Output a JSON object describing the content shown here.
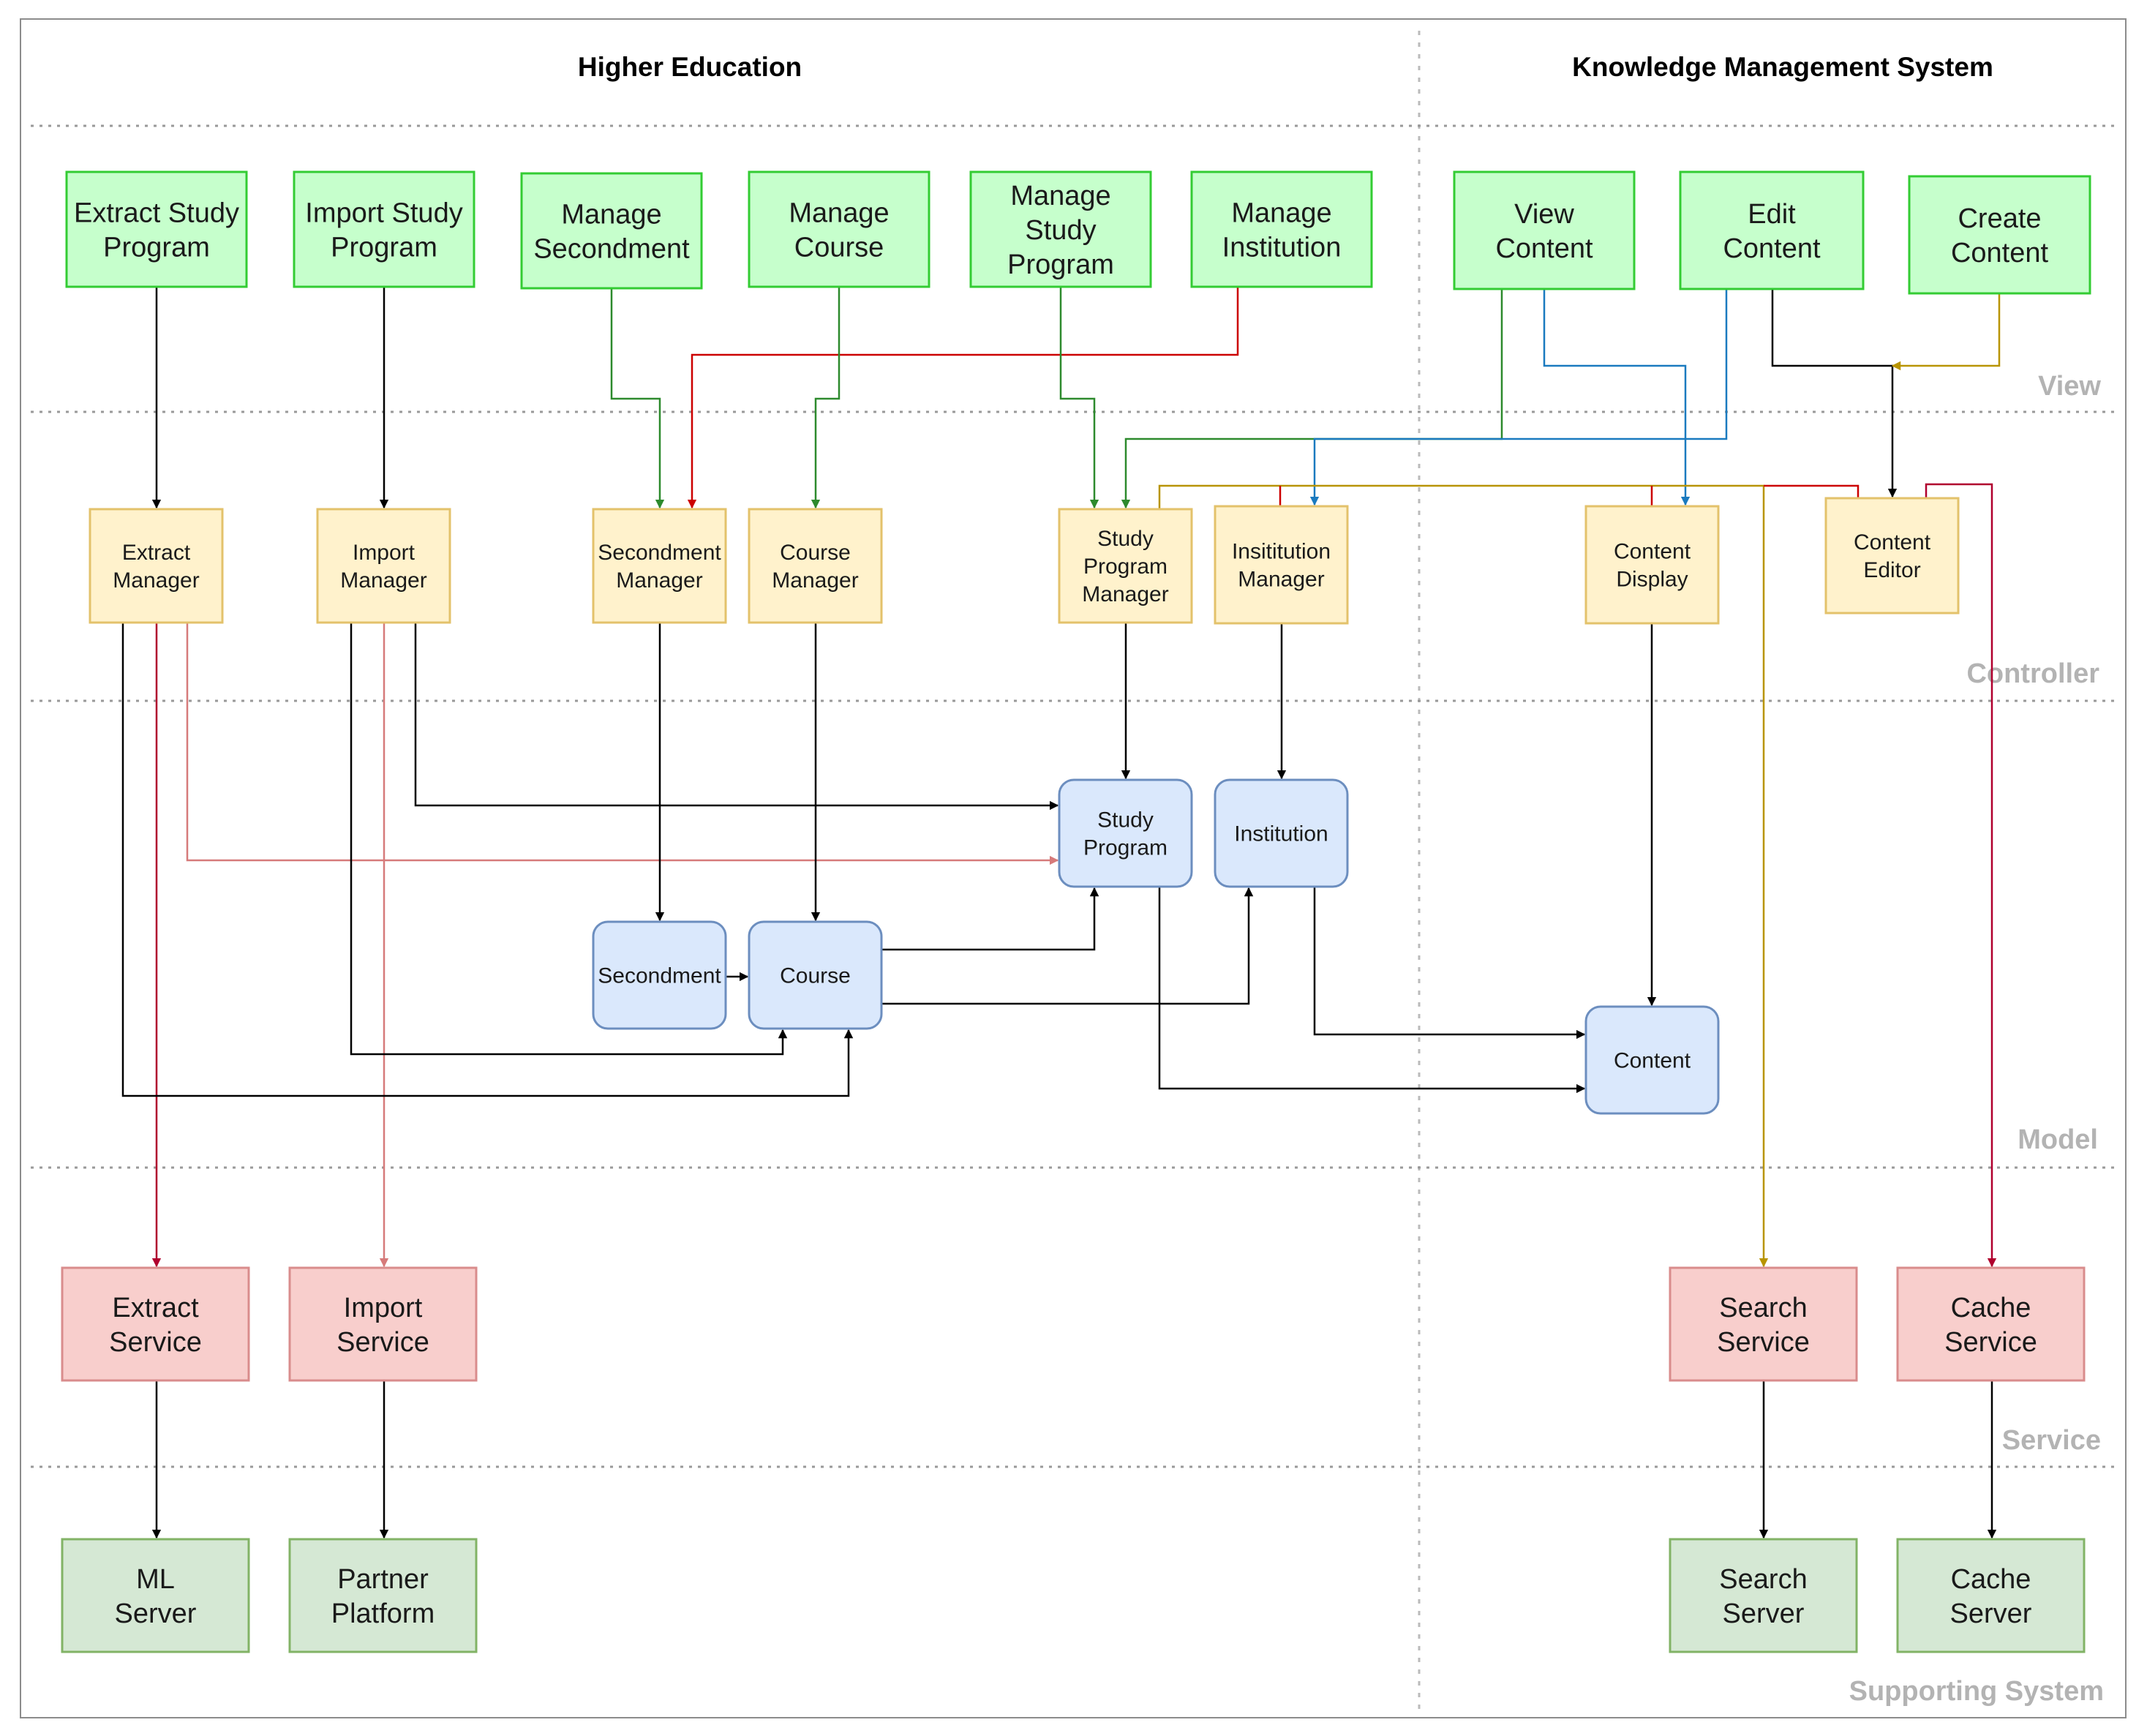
{
  "sections": [
    {
      "id": "higher-education",
      "title": "Higher Education"
    },
    {
      "id": "knowledge-management-system",
      "title": "Knowledge Management System"
    }
  ],
  "layers": [
    {
      "id": "view",
      "label": "View"
    },
    {
      "id": "controller",
      "label": "Controller"
    },
    {
      "id": "model",
      "label": "Model"
    },
    {
      "id": "service",
      "label": "Service"
    },
    {
      "id": "supporting-system",
      "label": "Supporting System"
    }
  ],
  "colors": {
    "view_fill": "#c6ffcc",
    "view_stroke": "#33cc33",
    "controller_fill": "#fff2cc",
    "controller_stroke": "#e3c26b",
    "model_fill": "#dae8fc",
    "model_stroke": "#6c8ebf",
    "service_fill": "#f8cecc",
    "service_stroke": "#d98c8c",
    "support_fill": "#d5e8d4",
    "support_stroke": "#82b366",
    "edge_black": "#000000",
    "edge_red": "#cc0000",
    "edge_green": "#2d8a2d",
    "edge_blue": "#1a7abf",
    "edge_gold": "#b89400",
    "edge_salmon": "#d67a7a",
    "edge_crimson": "#b0002e"
  },
  "nodes": [
    {
      "id": "extract-study-program",
      "layer": "view",
      "lines": [
        "Extract Study",
        "Program"
      ]
    },
    {
      "id": "import-study-program",
      "layer": "view",
      "lines": [
        "Import Study",
        "Program"
      ]
    },
    {
      "id": "manage-secondment",
      "layer": "view",
      "lines": [
        "Manage",
        "Secondment"
      ]
    },
    {
      "id": "manage-course",
      "layer": "view",
      "lines": [
        "Manage",
        "Course"
      ]
    },
    {
      "id": "manage-study-program",
      "layer": "view",
      "lines": [
        "Manage",
        "Study",
        "Program"
      ]
    },
    {
      "id": "manage-institution",
      "layer": "view",
      "lines": [
        "Manage",
        "Institution"
      ]
    },
    {
      "id": "view-content",
      "layer": "view",
      "lines": [
        "View",
        "Content"
      ]
    },
    {
      "id": "edit-content",
      "layer": "view",
      "lines": [
        "Edit",
        "Content"
      ]
    },
    {
      "id": "create-content",
      "layer": "view",
      "lines": [
        "Create",
        "Content"
      ]
    },
    {
      "id": "extract-manager",
      "layer": "controller",
      "lines": [
        "Extract",
        "Manager"
      ]
    },
    {
      "id": "import-manager",
      "layer": "controller",
      "lines": [
        "Import",
        "Manager"
      ]
    },
    {
      "id": "secondment-manager",
      "layer": "controller",
      "lines": [
        "Secondment",
        "Manager"
      ]
    },
    {
      "id": "course-manager",
      "layer": "controller",
      "lines": [
        "Course",
        "Manager"
      ]
    },
    {
      "id": "study-program-manager",
      "layer": "controller",
      "lines": [
        "Study",
        "Program",
        "Manager"
      ]
    },
    {
      "id": "insititution-manager",
      "layer": "controller",
      "lines": [
        "Insititution",
        "Manager"
      ]
    },
    {
      "id": "content-display",
      "layer": "controller",
      "lines": [
        "Content",
        "Display"
      ]
    },
    {
      "id": "content-editor",
      "layer": "controller",
      "lines": [
        "Content",
        "Editor"
      ]
    },
    {
      "id": "study-program",
      "layer": "model",
      "lines": [
        "Study",
        "Program"
      ]
    },
    {
      "id": "institution",
      "layer": "model",
      "lines": [
        "Institution"
      ]
    },
    {
      "id": "secondment",
      "layer": "model",
      "lines": [
        "Secondment"
      ]
    },
    {
      "id": "course",
      "layer": "model",
      "lines": [
        "Course"
      ]
    },
    {
      "id": "content",
      "layer": "model",
      "lines": [
        "Content"
      ]
    },
    {
      "id": "extract-service",
      "layer": "service",
      "lines": [
        "Extract",
        "Service"
      ]
    },
    {
      "id": "import-service",
      "layer": "service",
      "lines": [
        "Import",
        "Service"
      ]
    },
    {
      "id": "search-service",
      "layer": "service",
      "lines": [
        "Search",
        "Service"
      ]
    },
    {
      "id": "cache-service",
      "layer": "service",
      "lines": [
        "Cache",
        "Service"
      ]
    },
    {
      "id": "ml-server",
      "layer": "supporting-system",
      "lines": [
        "ML",
        "Server"
      ]
    },
    {
      "id": "partner-platform",
      "layer": "supporting-system",
      "lines": [
        "Partner",
        "Platform"
      ]
    },
    {
      "id": "search-server",
      "layer": "supporting-system",
      "lines": [
        "Search",
        "Server"
      ]
    },
    {
      "id": "cache-server",
      "layer": "supporting-system",
      "lines": [
        "Cache",
        "Server"
      ]
    }
  ],
  "edges": [
    {
      "from": "extract-study-program",
      "to": "extract-manager",
      "color": "edge_black"
    },
    {
      "from": "import-study-program",
      "to": "import-manager",
      "color": "edge_black"
    },
    {
      "from": "manage-secondment",
      "to": "secondment-manager",
      "color": "edge_green"
    },
    {
      "from": "manage-institution",
      "to": "secondment-manager",
      "color": "edge_red"
    },
    {
      "from": "manage-course",
      "to": "course-manager",
      "color": "edge_green"
    },
    {
      "from": "manage-study-program",
      "to": "study-program-manager",
      "color": "edge_green"
    },
    {
      "from": "manage-institution",
      "to": "insititution-manager",
      "color": "edge_green"
    },
    {
      "from": "view-content",
      "to": "study-program-manager",
      "color": "edge_blue"
    },
    {
      "from": "edit-content",
      "to": "insititution-manager",
      "color": "edge_blue"
    },
    {
      "from": "view-content",
      "to": "content-display",
      "color": "edge_black"
    },
    {
      "from": "edit-content",
      "to": "content-editor",
      "color": "edge_gold"
    },
    {
      "from": "create-content",
      "to": "content-editor",
      "color": "edge_gold"
    },
    {
      "from": "study-program-manager",
      "to": "search-service",
      "color": "edge_crimson"
    },
    {
      "from": "content-editor",
      "to": "cache-service",
      "color": "edge_crimson"
    },
    {
      "from": "extract-manager",
      "to": "extract-service",
      "color": "edge_salmon"
    },
    {
      "from": "import-manager",
      "to": "import-service",
      "color": "edge_salmon"
    },
    {
      "from": "extract-manager",
      "to": "study-program",
      "color": "edge_black"
    },
    {
      "from": "import-manager",
      "to": "study-program",
      "color": "edge_black"
    },
    {
      "from": "import-manager",
      "to": "course",
      "color": "edge_black"
    },
    {
      "from": "extract-manager",
      "to": "course",
      "color": "edge_black"
    },
    {
      "from": "secondment-manager",
      "to": "secondment",
      "color": "edge_black"
    },
    {
      "from": "course-manager",
      "to": "course",
      "color": "edge_black"
    },
    {
      "from": "study-program-manager",
      "to": "study-program",
      "color": "edge_black"
    },
    {
      "from": "insititution-manager",
      "to": "institution",
      "color": "edge_black"
    },
    {
      "from": "content-display",
      "to": "content",
      "color": "edge_black"
    },
    {
      "from": "secondment",
      "to": "course",
      "color": "edge_black"
    },
    {
      "from": "course",
      "to": "study-program",
      "color": "edge_black"
    },
    {
      "from": "course",
      "to": "institution",
      "color": "edge_black"
    },
    {
      "from": "institution",
      "to": "content",
      "color": "edge_black"
    },
    {
      "from": "study-program",
      "to": "content",
      "color": "edge_black"
    },
    {
      "from": "extract-service",
      "to": "ml-server",
      "color": "edge_black"
    },
    {
      "from": "import-service",
      "to": "partner-platform",
      "color": "edge_black"
    },
    {
      "from": "search-service",
      "to": "search-server",
      "color": "edge_black"
    },
    {
      "from": "cache-service",
      "to": "cache-server",
      "color": "edge_black"
    }
  ]
}
